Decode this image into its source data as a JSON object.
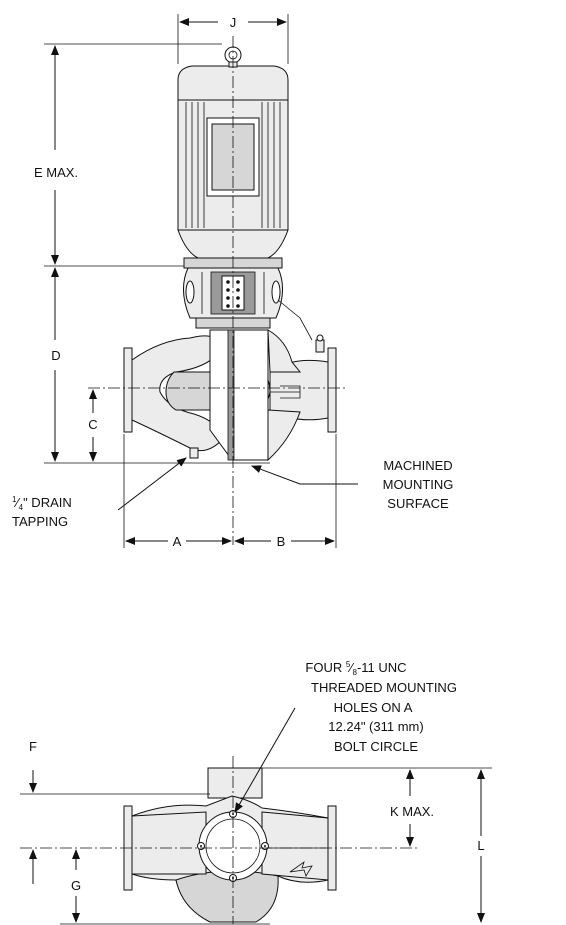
{
  "dimensions": {
    "J": "J",
    "E": "E MAX.",
    "D": "D",
    "C": "C",
    "A": "A",
    "B": "B",
    "F": "F",
    "G": "G",
    "K": "K MAX.",
    "L": "L"
  },
  "callouts": {
    "machined": [
      "MACHINED",
      "MOUNTING",
      "SURFACE"
    ],
    "drain_fraction_num": "1",
    "drain_fraction_den": "4",
    "drain_line1_rest": "\" DRAIN",
    "drain_line2": "TAPPING",
    "holes_line1_pre": "FOUR ",
    "holes_fraction_num": "5",
    "holes_fraction_den": "8",
    "holes_line1_post": "-11 UNC",
    "holes_line2": "THREADED MOUNTING",
    "holes_line3": "HOLES ON A",
    "holes_line4": "12.24\" (311 mm)",
    "holes_line5": "BOLT CIRCLE"
  }
}
